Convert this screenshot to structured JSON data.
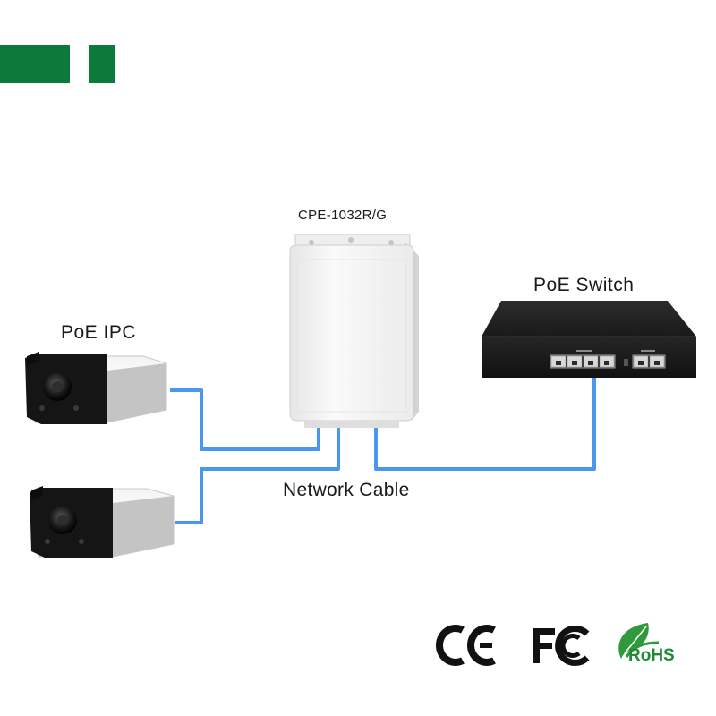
{
  "labels": {
    "device": "CPE-1032R/G",
    "ipc": "PoE IPC",
    "switch": "PoE Switch",
    "cable": "Network Cable"
  },
  "certifications": {
    "ce": "CE",
    "fcc": "FC",
    "rohs": "RoHS"
  },
  "colors": {
    "brand_green": "#0b7a3a",
    "cable_blue": "#4a98ee",
    "rohs_green": "#1f8a34"
  },
  "icons": [
    "ip-camera-icon",
    "outdoor-cpe-device-icon",
    "poe-switch-icon",
    "ce-mark-icon",
    "fcc-mark-icon",
    "rohs-mark-icon"
  ]
}
